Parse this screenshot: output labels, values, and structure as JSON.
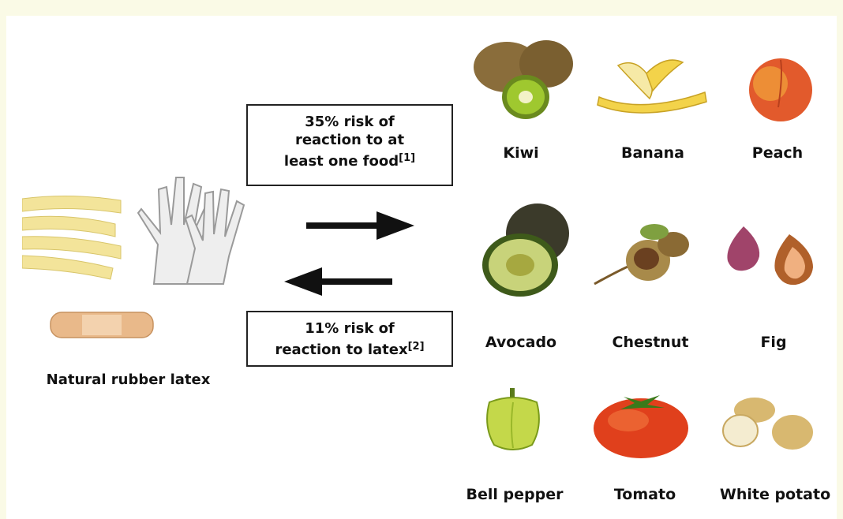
{
  "source": {
    "label": "Natural rubber latex"
  },
  "forward_box": {
    "line1": "35% risk of",
    "line2": "reaction to at",
    "line3": "least one food",
    "ref": "[1]"
  },
  "reverse_box": {
    "line1": "11% risk of",
    "line2": "reaction to latex",
    "ref": "[2]"
  },
  "foods": [
    {
      "name": "Kiwi",
      "icon": "kiwi-icon"
    },
    {
      "name": "Banana",
      "icon": "banana-icon"
    },
    {
      "name": "Peach",
      "icon": "peach-icon"
    },
    {
      "name": "Avocado",
      "icon": "avocado-icon"
    },
    {
      "name": "Chestnut",
      "icon": "chestnut-icon"
    },
    {
      "name": "Fig",
      "icon": "fig-icon"
    },
    {
      "name": "Bell pepper",
      "icon": "bell-pepper-icon"
    },
    {
      "name": "Tomato",
      "icon": "tomato-icon"
    },
    {
      "name": "White potato",
      "icon": "white-potato-icon"
    }
  ],
  "colors": {
    "background": "#fafae6",
    "panel": "#ffffff",
    "arrow": "#111111"
  }
}
